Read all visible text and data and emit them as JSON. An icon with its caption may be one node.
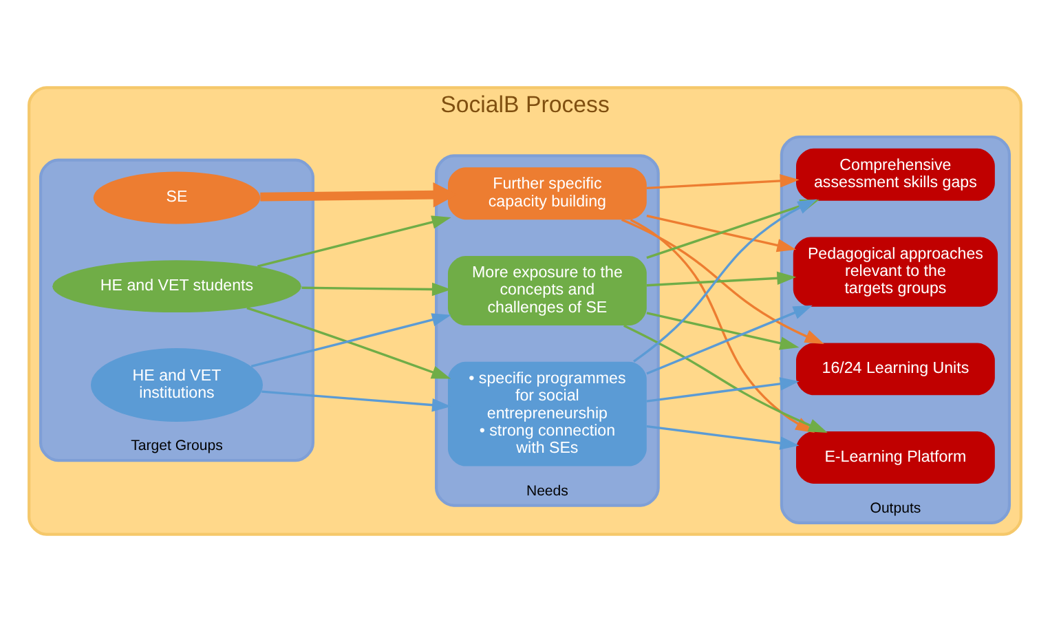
{
  "diagram": {
    "nodes": [
      {
        "text": [
          "SocialB Process"
        ]
      },
      {
        "text": [
          "Target Groups"
        ],
        "in": 0
      },
      {
        "text": [
          "SE"
        ],
        "in": 1
      },
      {
        "text": [
          "HE and VET students"
        ],
        "in": 1
      },
      {
        "text": [
          "HE and VET institutions"
        ],
        "in": 1
      },
      {
        "text": [
          "Needs"
        ],
        "in": 0
      },
      {
        "text": [
          "Further specific capacity building"
        ],
        "in": 5
      },
      {
        "text": [
          "More exposure to the concepts and challenges of SE"
        ],
        "in": 5
      },
      {
        "text": [
          "• specific programmes for social entrepreneurship",
          "• strong connection with SEs"
        ],
        "in": 5
      },
      {
        "text": [
          "Outputs"
        ],
        "in": 0
      },
      {
        "text": [
          "Comprehensive assessment skills gaps"
        ],
        "in": 9
      },
      {
        "text": [
          "Pedagogical approaches relevant to the targets groups"
        ],
        "in": 9
      },
      {
        "text": [
          "16/24 Learning Units"
        ],
        "in": 9
      },
      {
        "text": [
          "E-Learning Platform"
        ],
        "in": 9
      }
    ],
    "edges": [
      {
        "from": 2,
        "to": 6,
        "arrow": "to",
        "style": "thick",
        "color": "#ed7d31"
      },
      {
        "from": 3,
        "to": 6,
        "arrow": "to"
      },
      {
        "from": 3,
        "to": 7,
        "arrow": "to"
      },
      {
        "from": 3,
        "to": 8,
        "arrow": "to"
      },
      {
        "from": 4,
        "to": 7,
        "arrow": "to",
        "color": "#5b9bd5"
      },
      {
        "from": 4,
        "to": 8,
        "arrow": "to",
        "color": "#5b9bd5"
      },
      {
        "from": 6,
        "to": 10,
        "arrow": "to",
        "color": "#ed7d31"
      },
      {
        "from": 6,
        "to": 11,
        "arrow": "to",
        "color": "#ed7d31"
      },
      {
        "from": 6,
        "to": 12,
        "arrow": "to",
        "color": "#ed7d31"
      },
      {
        "from": 6,
        "to": 13,
        "arrow": "to",
        "color": "#ed7d31"
      },
      {
        "from": 7,
        "to": 10,
        "arrow": "to"
      },
      {
        "from": 7,
        "to": 11,
        "arrow": "to"
      },
      {
        "from": 7,
        "to": 12,
        "arrow": "to"
      },
      {
        "from": 7,
        "to": 13,
        "arrow": "to"
      },
      {
        "from": 8,
        "to": 10,
        "arrow": "to",
        "color": "#5b9bd5"
      },
      {
        "from": 8,
        "to": 11,
        "arrow": "to",
        "color": "#5b9bd5"
      },
      {
        "from": 8,
        "to": 12,
        "arrow": "to",
        "color": "#5b9bd5"
      },
      {
        "from": 8,
        "to": 13,
        "arrow": "to",
        "color": "#5b9bd5"
      }
    ]
  }
}
